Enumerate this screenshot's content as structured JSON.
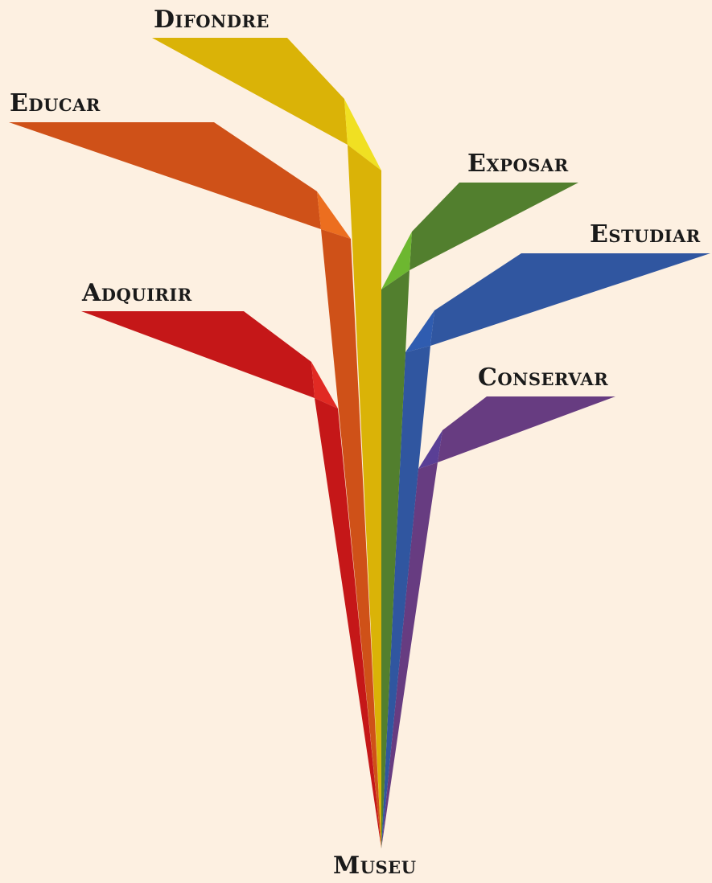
{
  "root": {
    "label": "Museu"
  },
  "branches": [
    {
      "id": "difondre",
      "label": "Difondre",
      "color": "#dab307",
      "fold_color": "#f0e022"
    },
    {
      "id": "educar",
      "label": "Educar",
      "color": "#cf5118",
      "fold_color": "#ec6e1f"
    },
    {
      "id": "adquirir",
      "label": "Adquirir",
      "color": "#c51718",
      "fold_color": "#e12a23"
    },
    {
      "id": "exposar",
      "label": "Exposar",
      "color": "#527f2e",
      "fold_color": "#6db730"
    },
    {
      "id": "estudiar",
      "label": "Estudiar",
      "color": "#3056a0",
      "fold_color": "#2f5cb0"
    },
    {
      "id": "conservar",
      "label": "Conservar",
      "color": "#673c81",
      "fold_color": "#5a3f96"
    }
  ]
}
